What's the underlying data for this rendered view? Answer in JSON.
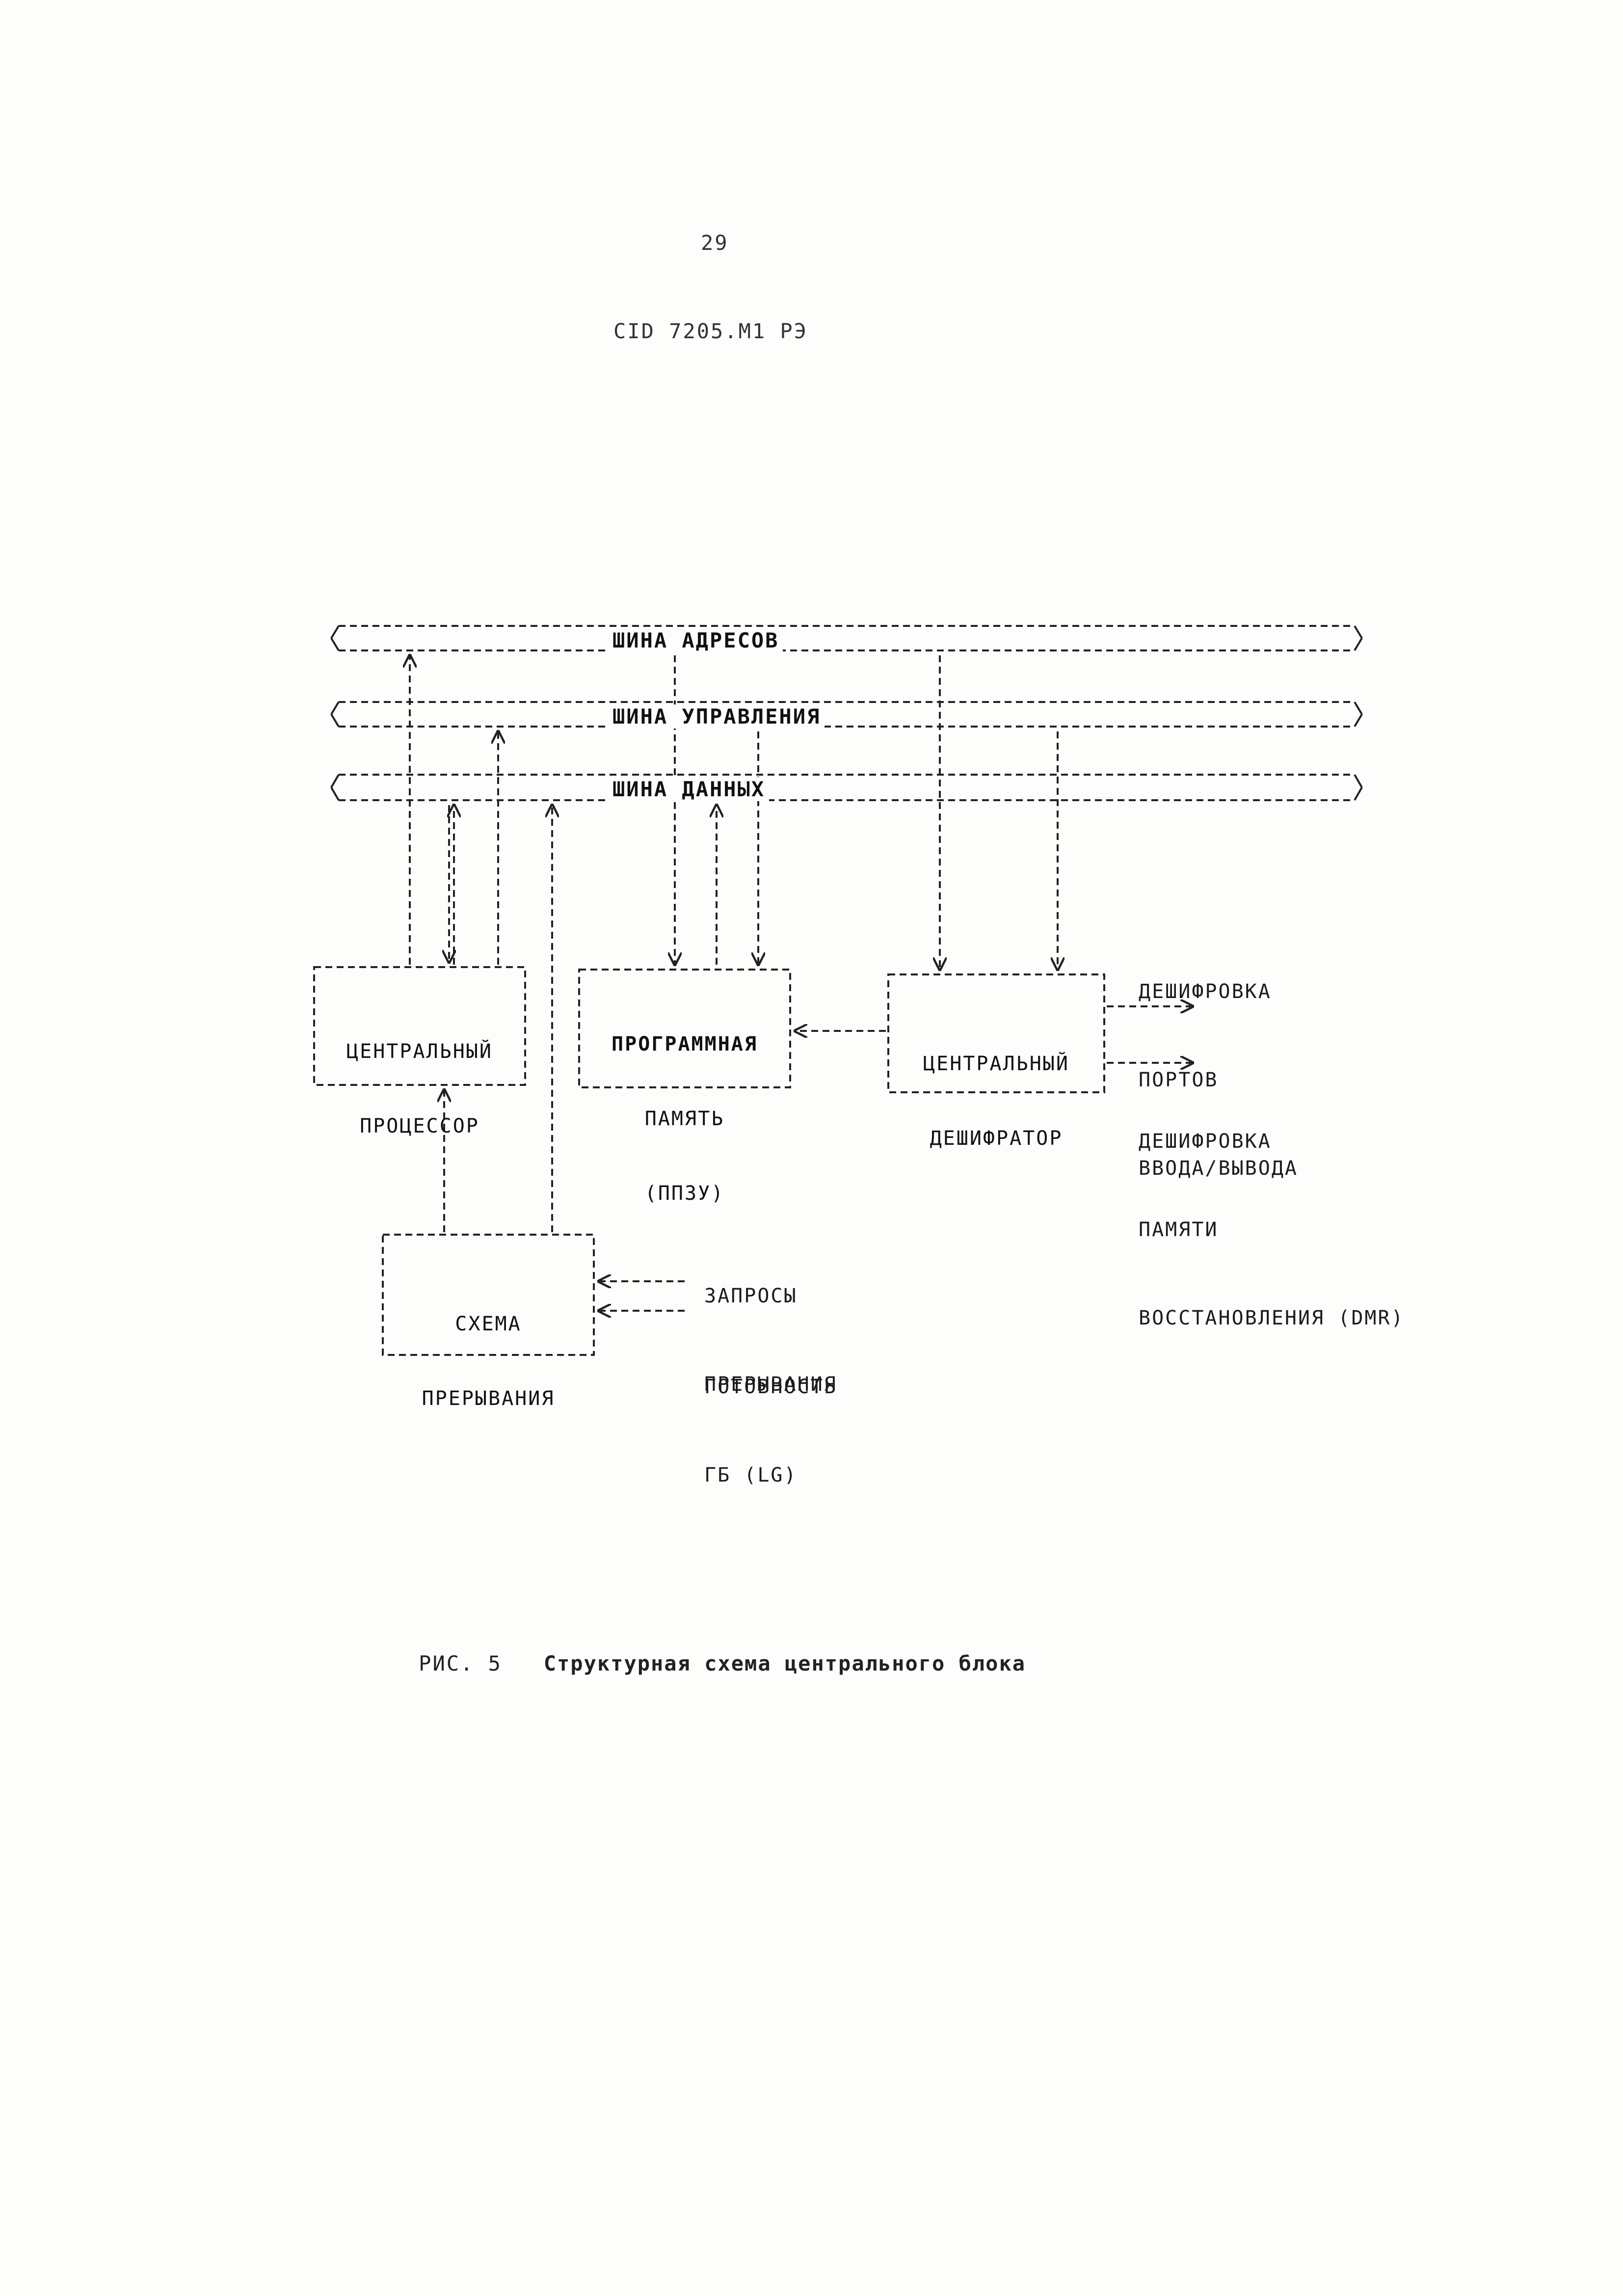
{
  "header": {
    "page_number": "29",
    "document_code": "CID 7205.M1 РЭ"
  },
  "buses": {
    "address": "ШИНА АДРЕСОВ",
    "control": "ШИНА УПРАВЛЕНИЯ",
    "data": "ШИНА ДАННЫХ"
  },
  "blocks": {
    "cpu": [
      "ЦЕНТРАЛЬНЫЙ",
      "ПРОЦЕССОР"
    ],
    "program_memory": [
      "ПРОГРАММНАЯ",
      "ПАМЯТЬ",
      "(ППЗУ)"
    ],
    "central_decoder": [
      "ЦЕНТРАЛЬНЫЙ",
      "ДЕШИФРАТОР"
    ],
    "interrupt_circuit": [
      "СХЕМА",
      "ПРЕРЫВАНИЯ"
    ]
  },
  "signals": {
    "io_port_decode": [
      "ДЕШИФРОВКА",
      "ПОРТОВ",
      "ВВОДА/ВЫВОДА"
    ],
    "recovery_memory_decode": [
      "ДЕШИФРОВКА",
      "ПАМЯТИ",
      "ВОССТАНОВЛЕНИЯ (DMR)"
    ],
    "interrupt_requests": [
      "ЗАПРОСЫ",
      "ПРЕРЫВАНИЯ"
    ],
    "gb_ready": [
      "ГОТОВНОСТЬ",
      "ГБ (LG)"
    ]
  },
  "caption": {
    "number": "РИС. 5",
    "text": "Структурная схема центрального блока"
  }
}
